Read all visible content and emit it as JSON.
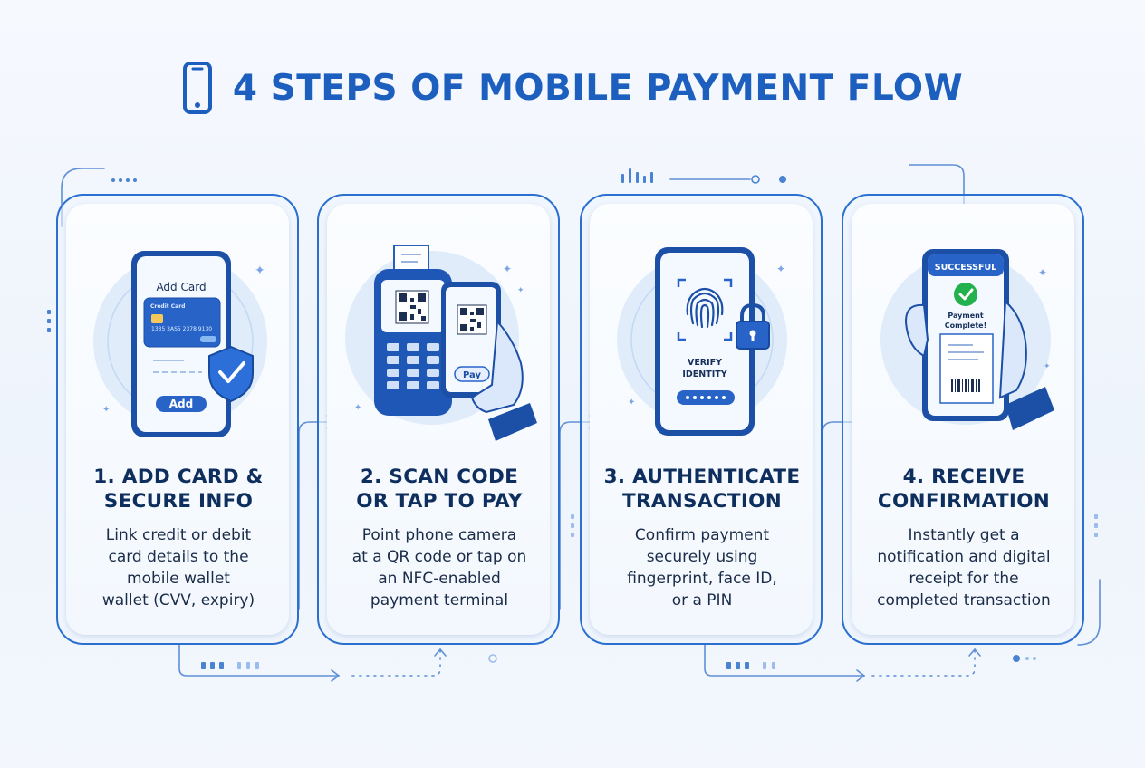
{
  "page": {
    "title": "4 STEPS OF MOBILE PAYMENT FLOW",
    "title_icon": "smartphone-icon",
    "accent_color": "#1c5fbe",
    "dark_text_color": "#0e2f5e",
    "success_color": "#22b14c"
  },
  "steps": [
    {
      "title": "1. ADD CARD &\nSECURE INFO",
      "description": "Link credit or debit\ncard details to the\nmobile wallet\nwallet (CVV, expiry)",
      "screen_title": "Add Card",
      "card_label": "Credit Card",
      "card_number": "1335 3AS5 2378 9130",
      "button_label": "Add",
      "icons": [
        "smartphone-icon",
        "credit-card-icon",
        "shield-check-icon"
      ]
    },
    {
      "title": "2. SCAN CODE\nOR TAP TO PAY",
      "description": "Point phone camera\nat a QR code or tap on\nan NFC-enabled\npayment terminal",
      "pay_label": "Pay",
      "icons": [
        "payment-terminal-icon",
        "qr-code-icon",
        "hand-holding-phone-icon"
      ]
    },
    {
      "title": "3. AUTHENTICATE\nTRANSACTION",
      "description": "Confirm payment\nsecurely using\nfingerprint, face ID,\nor a PIN",
      "screen_label": "VERIFY\nIDENTITY",
      "icons": [
        "fingerprint-icon",
        "padlock-icon",
        "pin-dots-icon"
      ]
    },
    {
      "title": "4. RECEIVE\nCONFIRMATION",
      "description": "Instantly get a\nnotification and digital\nreceipt for the\ncompleted transaction",
      "screen_header": "SUCCESSFUL",
      "screen_message": "Payment\nComplete!",
      "icons": [
        "checkmark-icon",
        "receipt-icon",
        "hand-holding-phone-icon"
      ]
    }
  ]
}
